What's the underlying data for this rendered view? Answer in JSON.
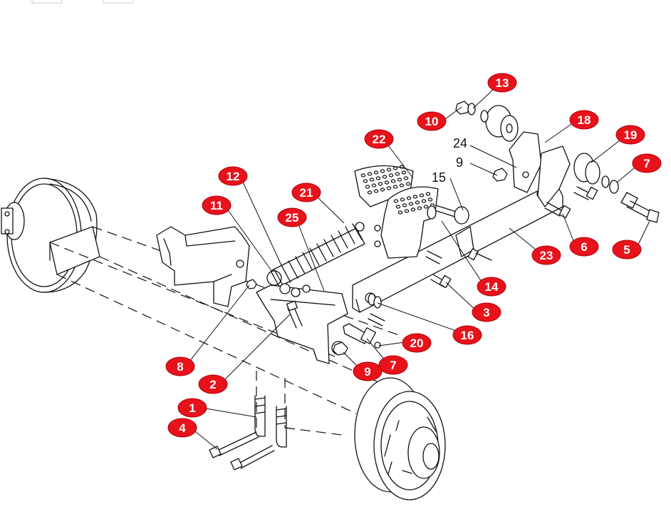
{
  "colors": {
    "badge": "#e8121b",
    "badge_text": "#ffffff",
    "line": "#111111"
  },
  "callouts": [
    {
      "id": "c13",
      "label": "13"
    },
    {
      "id": "c10",
      "label": "10"
    },
    {
      "id": "c18",
      "label": "18"
    },
    {
      "id": "c22",
      "label": "22"
    },
    {
      "id": "c19",
      "label": "19"
    },
    {
      "id": "c7a",
      "label": "7"
    },
    {
      "id": "c12",
      "label": "12"
    },
    {
      "id": "c21",
      "label": "21"
    },
    {
      "id": "c11",
      "label": "11"
    },
    {
      "id": "c25",
      "label": "25"
    },
    {
      "id": "c5",
      "label": "5"
    },
    {
      "id": "c6",
      "label": "6"
    },
    {
      "id": "c23",
      "label": "23"
    },
    {
      "id": "c14",
      "label": "14"
    },
    {
      "id": "c3",
      "label": "3"
    },
    {
      "id": "c16",
      "label": "16"
    },
    {
      "id": "c20",
      "label": "20"
    },
    {
      "id": "c8",
      "label": "8"
    },
    {
      "id": "c7b",
      "label": "7"
    },
    {
      "id": "c9b",
      "label": "9"
    },
    {
      "id": "c2",
      "label": "2"
    },
    {
      "id": "c1",
      "label": "1"
    },
    {
      "id": "c4",
      "label": "4"
    }
  ],
  "plain_labels": [
    {
      "id": "p24",
      "label": "24"
    },
    {
      "id": "p9",
      "label": "9"
    },
    {
      "id": "p15",
      "label": "15"
    }
  ]
}
